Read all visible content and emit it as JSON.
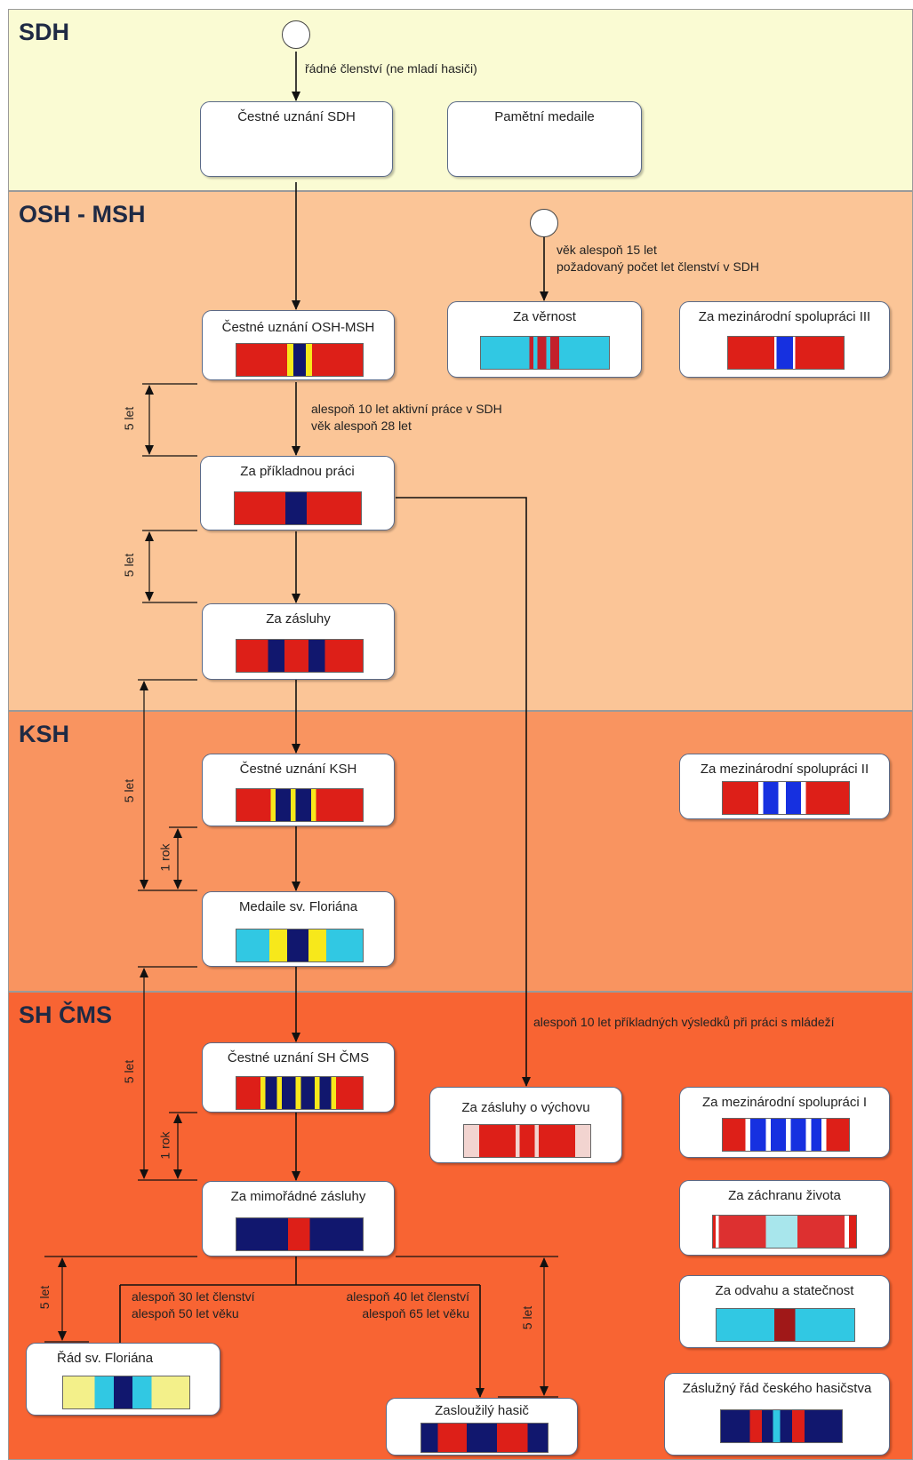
{
  "bands": [
    {
      "title": "SDH",
      "color": "#fafbd3"
    },
    {
      "title": "OSH - MSH",
      "color": "#fbc597"
    },
    {
      "title": "KSH",
      "color": "#f99460"
    },
    {
      "title": "SH ČMS",
      "color": "#f86433"
    }
  ],
  "nodes": {
    "cestne_sdh": "Čestné uznání SDH",
    "pametni": "Pamětní medaile",
    "cestne_osh": "Čestné uznání OSH-MSH",
    "vernost": "Za věrnost",
    "mezi3": "Za mezinárodní spolupráci III",
    "priklad": "Za příkladnou práci",
    "zasluhy": "Za zásluhy",
    "cestne_ksh": "Čestné uznání KSH",
    "mezi2": "Za mezinárodní spolupráci II",
    "florian_med": "Medaile sv. Floriána",
    "cestne_shcms": "Čestné uznání SH ČMS",
    "vychovu": "Za zásluhy o výchovu",
    "mezi1": "Za mezinárodní spolupráci I",
    "zachranu": "Za záchranu života",
    "mimoradne": "Za mimořádné zásluhy",
    "odvahu": "Za odvahu a statečnost",
    "rad_florian": "Řád sv. Floriána",
    "zasluzily": "Zasloužilý hasič",
    "zasluzny_rad": "Záslužný řád českého hasičstva"
  },
  "labels": {
    "radne": "řádné členství (ne mladí hasiči)",
    "vek15": "věk alespoň 15 let\npožadovaný počet let členství v SDH",
    "aktiv10": "alespoň 10 let aktivní práce v SDH\nvěk alespoň 28 let",
    "mladez": "alespoň 10 let příkladných výsledků při práci s mládeží",
    "clen30": "alespoň 30 let členství\nalespoň 50 let věku",
    "clen40": "alespoň 40 let členství\nalespoň 65 let věku",
    "let5": "5 let",
    "rok1": "1 rok"
  },
  "colors": {
    "red": "#dd1f18",
    "navy": "#11176e",
    "yellow": "#f7e81b",
    "cyan": "#31c8e3",
    "blue": "#1630e0",
    "darkred": "#a01818",
    "paleyellow": "#f3f08a",
    "line": "#111111"
  }
}
